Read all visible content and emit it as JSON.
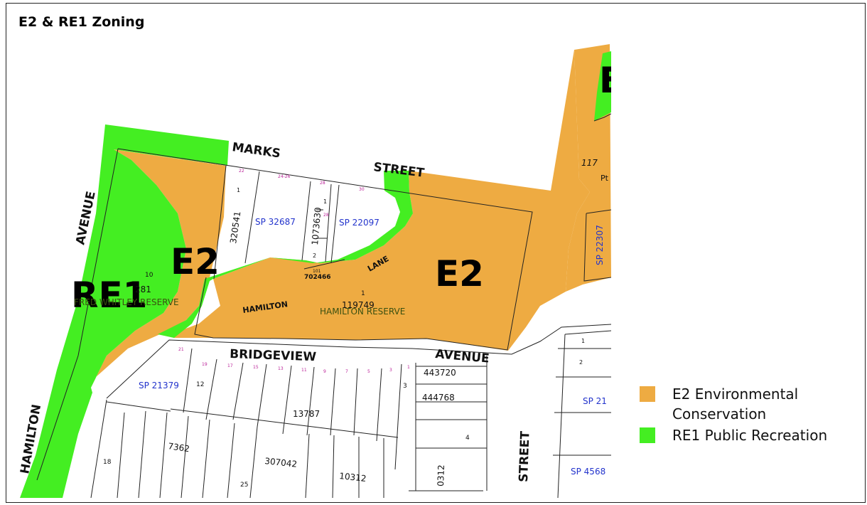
{
  "title": "E2 & RE1 Zoning",
  "colors": {
    "e2": "#EEAB42",
    "re1": "#44EE22",
    "lot_line": "#222222",
    "lot_label_blue": "#2233CC",
    "lot_label_magenta": "#BB2299",
    "reserve_label": "#3A5010"
  },
  "zones": {
    "re1_large": "RE1",
    "e2_left": "E2",
    "e2_right": "E2",
    "e2_top_partial": "E"
  },
  "streets": {
    "marks": "MARKS",
    "street_top": "STREET",
    "avenue_left": "AVENUE",
    "hamilton_left": "HAMILTON",
    "bridgeview": "BRIDGEVIEW",
    "avenue_bottom": "AVENUE",
    "street_right": "STREET",
    "hamilton_lane_1": "HAMILTON",
    "hamilton_lane_2": "LANE"
  },
  "reserves": {
    "fred_whitley": "FRED WHITLEY RESERVE",
    "hamilton": "HAMILTON RESERVE"
  },
  "lots": {
    "l320541": "320541",
    "sp32687": "SP 32687",
    "l1073630": "1073630",
    "sp22097": "SP 22097",
    "l702466": "702466",
    "l119749": "119749",
    "l281": "281",
    "l10": "10",
    "l1_reserve": "1",
    "l1_top": "1",
    "l1_lane": "1",
    "l2_lane": "2",
    "l101": "101",
    "sp21379": "SP 21379",
    "l12": "12",
    "l13787": "13787",
    "l7362": "7362",
    "l307042": "307042",
    "l10312": "10312",
    "l0312": "0312",
    "l443720": "443720",
    "l444768": "444768",
    "l3": "3",
    "l18": "18",
    "l25": "25",
    "l4": "4",
    "l117": "117",
    "pt": "Pt",
    "sp22307": "SP 22307",
    "sp21": "SP 21",
    "sp4568": "SP 4568",
    "l2_right": "2",
    "l1_right": "1"
  },
  "house_numbers": {
    "n22": "22",
    "n24_26": "24-26",
    "n28": "28",
    "n28b": "28",
    "n30": "30",
    "n21": "21",
    "n19": "19",
    "n17": "17",
    "n15": "15",
    "n13": "13",
    "n11": "11",
    "n9": "9",
    "n7": "7",
    "n5": "5",
    "n3": "3",
    "n1": "1"
  },
  "legend": [
    {
      "label": "E2 Environmental Conservation",
      "color": "#EEAB42"
    },
    {
      "label": "RE1 Public Recreation",
      "color": "#44EE22"
    }
  ]
}
